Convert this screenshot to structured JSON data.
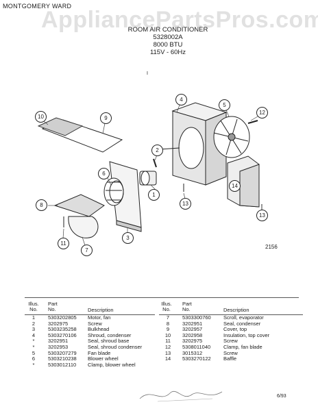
{
  "header": {
    "brand": "MONTGOMERY WARD",
    "watermark": "AppliancePartsPros.com",
    "title": "ROOM AIR CONDITIONER",
    "model": "5328002A",
    "btu": "8000 BTU",
    "power": "115V - 60Hz",
    "tick": "I"
  },
  "diagram": {
    "callouts": [
      "1",
      "2",
      "3",
      "4",
      "5",
      "6",
      "7",
      "8",
      "9",
      "10",
      "11",
      "12",
      "13",
      "13",
      "14"
    ],
    "figure_number": "2156"
  },
  "parts_table": {
    "headers": {
      "illus": "Illus.\nNo.",
      "part": "Part\nNo.",
      "description": "Description"
    },
    "left": [
      {
        "illus": "1",
        "part": "5303202805",
        "description": "Motor, fan"
      },
      {
        "illus": "2",
        "part": "3202975",
        "description": "Screw"
      },
      {
        "illus": "3",
        "part": "5303235258",
        "description": "Bulkhead"
      },
      {
        "illus": "4",
        "part": "5303270106",
        "description": "Shroud, condenser"
      },
      {
        "illus": "*",
        "part": "3202951",
        "description": "Seal, shroud base"
      },
      {
        "illus": "*",
        "part": "3202953",
        "description": "Seal, shroud condenser"
      },
      {
        "illus": "5",
        "part": "5303207279",
        "description": "Fan blade"
      },
      {
        "illus": "6",
        "part": "5303210238",
        "description": "Blower wheel"
      },
      {
        "illus": "*",
        "part": "5303012110",
        "description": "Clamp, blower wheel"
      }
    ],
    "right": [
      {
        "illus": "7",
        "part": "5303300760",
        "description": "Scroll, evaporator"
      },
      {
        "illus": "8",
        "part": "3202951",
        "description": "Seal, condenser"
      },
      {
        "illus": "9",
        "part": "3202957",
        "description": "Cover, top"
      },
      {
        "illus": "10",
        "part": "3202958",
        "description": "Insulation, top cover"
      },
      {
        "illus": "11",
        "part": "3202975",
        "description": "Screw"
      },
      {
        "illus": "12",
        "part": "5308011040",
        "description": "Clamp, fan blade"
      },
      {
        "illus": "13",
        "part": "3015312",
        "description": "Screw"
      },
      {
        "illus": "14",
        "part": "5303270122",
        "description": "Baffle"
      }
    ]
  },
  "footer": {
    "date": "6/93"
  }
}
